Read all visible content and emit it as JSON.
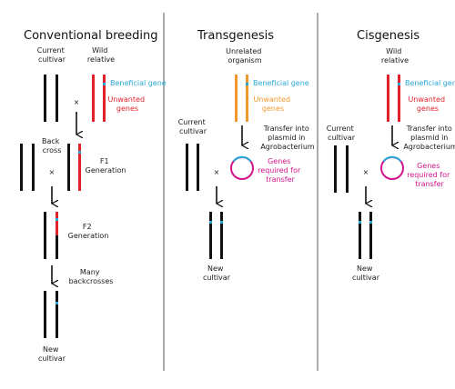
{
  "colors": {
    "black": "#111111",
    "beneficial": "#29a8d8",
    "wild": "#e0232b",
    "orange": "#f0982e",
    "magenta": "#d4148c",
    "divider": "#555555"
  },
  "conventional": {
    "title": "Conventional breeding",
    "current_cultivar": [
      "Current",
      "cultivar"
    ],
    "wild_relative": [
      "Wild",
      "relative"
    ],
    "beneficial_gene": "Beneficial gene",
    "unwanted_genes": [
      "Unwanted",
      "genes"
    ],
    "back_cross": [
      "Back",
      "cross"
    ],
    "f1": [
      "F1",
      "Generation"
    ],
    "f2": [
      "F2",
      "Generation"
    ],
    "many_backcrosses": [
      "Many",
      "backcrosses"
    ],
    "new_cultivar": [
      "New",
      "cultivar"
    ]
  },
  "transgenesis": {
    "title": "Transgenesis",
    "unrelated_organism": [
      "Unrelated",
      "organism"
    ],
    "beneficial_gene": "Beneficial gene",
    "unwanted_genes": [
      "Unwanted",
      "genes"
    ],
    "transfer": [
      "Transfer into",
      "plasmid in",
      "Agrobacterium"
    ],
    "genes_required": [
      "Genes",
      "required for",
      "transfer"
    ],
    "current_cultivar": [
      "Current",
      "cultivar"
    ],
    "new_cultivar": [
      "New",
      "cultivar"
    ]
  },
  "cisgenesis": {
    "title": "Cisgenesis",
    "wild_relative": [
      "Wild",
      "relative"
    ],
    "beneficial_gene": "Beneficial gene",
    "unwanted_genes": [
      "Unwanted",
      "genes"
    ],
    "transfer": [
      "Transfer into",
      "plasmid in",
      "Agrobacterium"
    ],
    "genes_required": [
      "Genes",
      "required for",
      "transfer"
    ],
    "current_cultivar": [
      "Current",
      "cultivar"
    ],
    "new_cultivar": [
      "New",
      "cultivar"
    ]
  }
}
